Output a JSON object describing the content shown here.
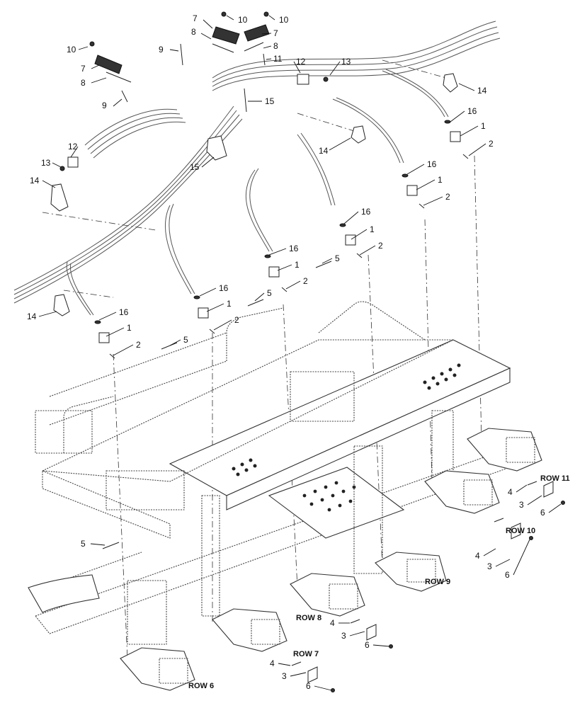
{
  "diagram": {
    "part_callouts": [
      "1",
      "2",
      "3",
      "4",
      "5",
      "6",
      "7",
      "8",
      "9",
      "10",
      "11",
      "12",
      "13",
      "14",
      "15",
      "16"
    ],
    "row_labels": {
      "row6": "ROW 6",
      "row7": "ROW 7",
      "row8": "ROW 8",
      "row9": "ROW 9",
      "row10": "ROW 10",
      "row11": "ROW 11"
    }
  }
}
